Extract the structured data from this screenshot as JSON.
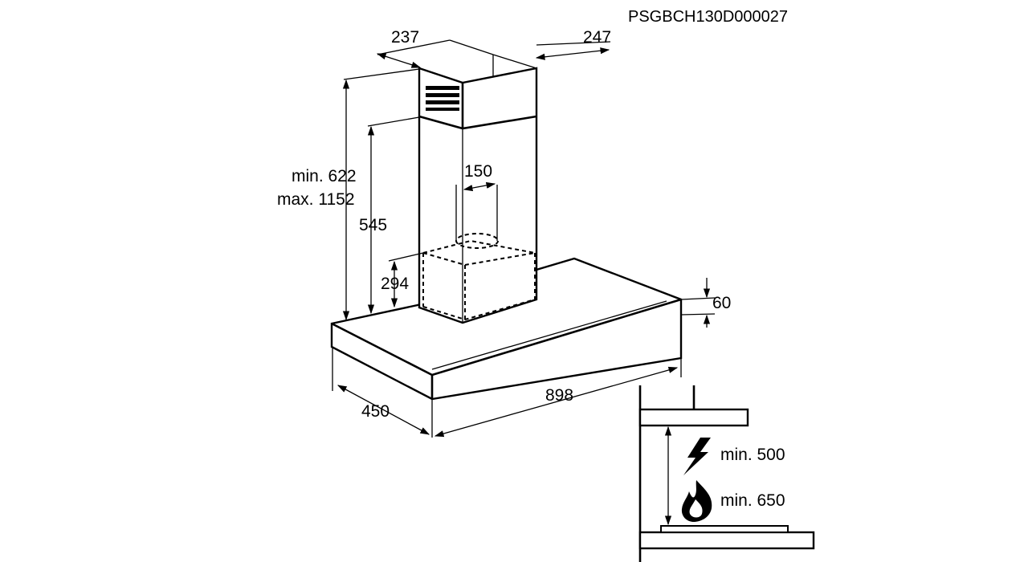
{
  "product_code": "PSGBCH130D000027",
  "dimensions": {
    "chimney_depth": "237",
    "chimney_width": "247",
    "total_height_min": "min. 622",
    "total_height_max": "max. 1152",
    "duct_diameter": "150",
    "chimney_height": "545",
    "connection_height": "294",
    "canopy_height": "60",
    "canopy_depth": "450",
    "canopy_width": "898"
  },
  "clearances": {
    "electric_hob": "min. 500",
    "gas_hob": "min. 650"
  },
  "icons": {
    "electric": "lightning-bolt-icon",
    "gas": "flame-icon"
  }
}
